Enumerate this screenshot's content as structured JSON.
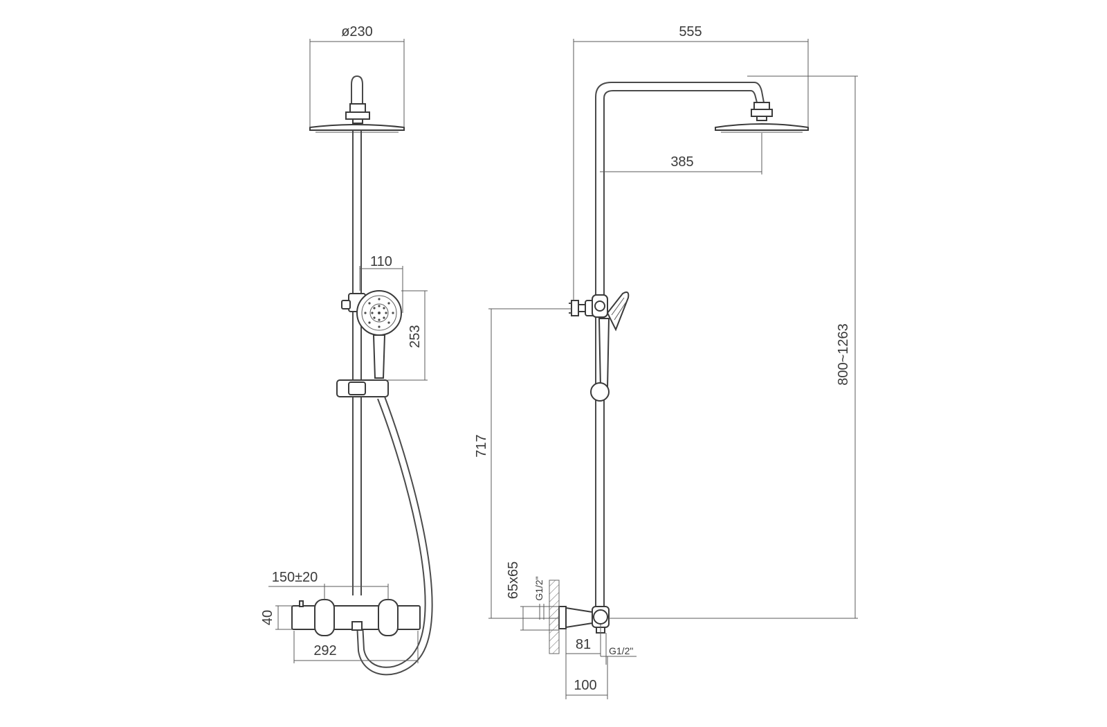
{
  "colors": {
    "line": "#4a4a4a",
    "background": "#ffffff"
  },
  "front_view": {
    "dim_head_diameter": "ø230",
    "dim_hand_shower_width": "110",
    "dim_hand_shower_height": "253",
    "dim_inlet_spacing": "150±20",
    "dim_valve_height": "40",
    "dim_valve_width": "292"
  },
  "side_view": {
    "dim_overall_reach": "555",
    "dim_head_offset": "385",
    "dim_height_range": "800~1263",
    "dim_holder_height": "717",
    "dim_wall_flange": "65x65",
    "label_thread_wall": "G1/2\"",
    "dim_valve_depth": "81",
    "label_thread_outlet": "G1/2\"",
    "dim_flange_depth": "100"
  }
}
